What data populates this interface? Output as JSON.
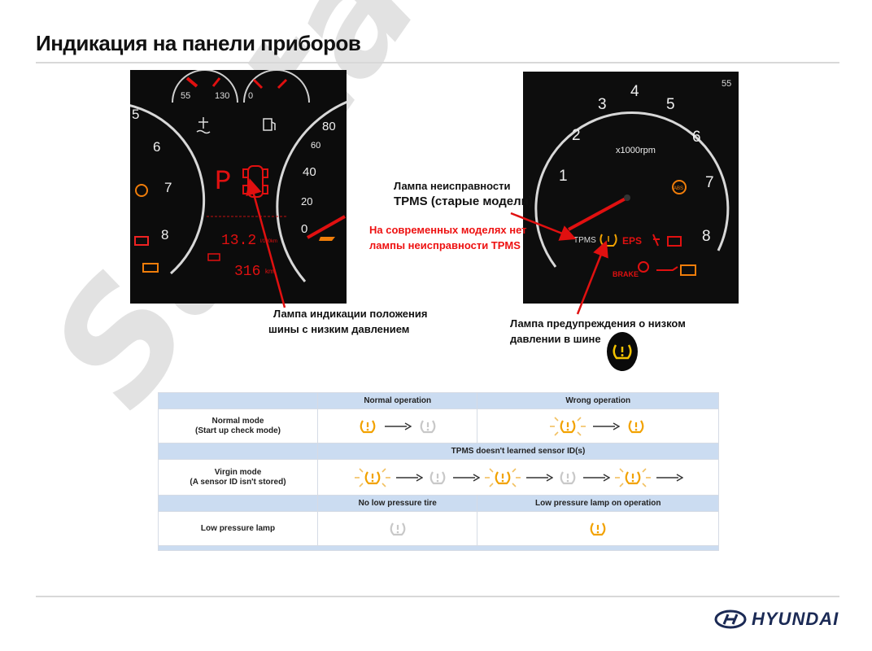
{
  "page": {
    "title": "Индикация на панели приборов"
  },
  "watermark": "Santa-Fe.ru",
  "cluster_left": {
    "gauge_top_left": [
      "55",
      "130"
    ],
    "gauge_top_right": [
      "0"
    ],
    "speedo": [
      "80",
      "60",
      "40",
      "20",
      "0"
    ],
    "tacho": [
      "5",
      "6",
      "7",
      "8"
    ],
    "gear": "P",
    "fuel_consumption": "13.2",
    "fuel_unit": "l/100km",
    "range": "316",
    "range_unit": "km"
  },
  "cluster_right": {
    "tacho": [
      "2",
      "3",
      "4",
      "5",
      "6",
      "7",
      "8",
      "1"
    ],
    "rpm_label": "x1000rpm",
    "tpms_text": "TPMS",
    "eps_text": "EPS",
    "brake_text": "BRAKE",
    "abs_text": "ABS",
    "corner_value": "55"
  },
  "labels": {
    "left_lamp_line1": "Лампа индикации положения",
    "left_lamp_line2": "шины с низким давлением",
    "tpms_fault_line1": "Лампа неисправности",
    "tpms_fault_line2": "TPMS (старые модели)",
    "modern_line1": "На современных моделях нет",
    "modern_line2": "лампы неисправности TPMS",
    "low_pressure_line1": "Лампа предупреждения о низком",
    "low_pressure_line2": "давлении в шине"
  },
  "table": {
    "header1": {
      "col1": "Normal operation",
      "col2": "Wrong operation"
    },
    "row1": {
      "label_line1": "Normal mode",
      "label_line2": "(Start up check mode)"
    },
    "header2": "TPMS doesn't learned sensor ID(s)",
    "row2": {
      "label_line1": "Virgin mode",
      "label_line2": "(A sensor ID isn't stored)"
    },
    "header3": {
      "col1": "No low pressure tire",
      "col2": "Low pressure lamp on operation"
    },
    "row3": {
      "label": "Low pressure lamp"
    }
  },
  "logo": {
    "text": "HYUNDAI"
  },
  "colors": {
    "amber": "#f2a200",
    "grey_icon": "#c8c8c8",
    "header_blue": "#cbdcf1",
    "red": "#e11111",
    "navy": "#1b2a55"
  },
  "icons": {
    "tpms_lamp": "tire-pressure-warning-icon",
    "arrow": "arrow-right-icon",
    "logo": "hyundai-h-logo-icon"
  }
}
